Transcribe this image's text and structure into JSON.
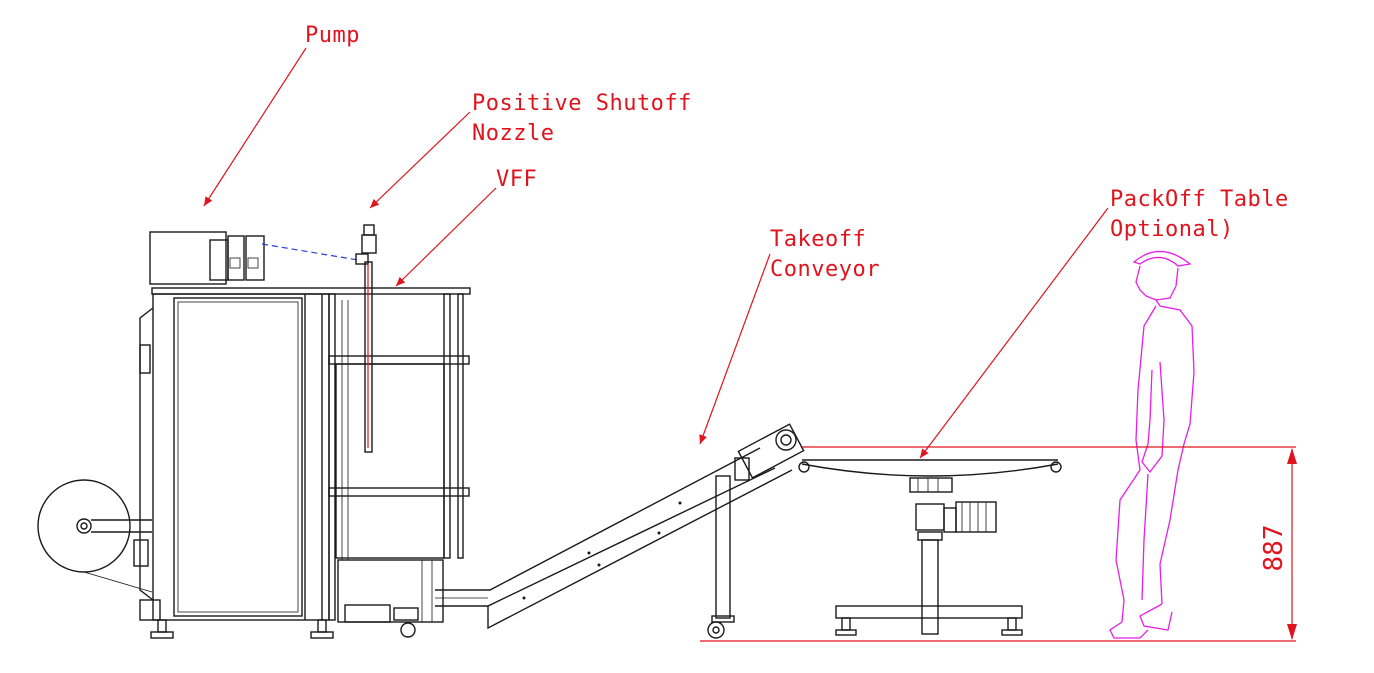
{
  "labels": {
    "pump": "Pump",
    "nozzle_line1": "Positive Shutoff",
    "nozzle_line2": "Nozzle",
    "vff": "VFF",
    "takeoff_line1": "Takeoff",
    "takeoff_line2": "Conveyor",
    "packoff_line1": "PackOff Table",
    "packoff_line2": "Optional)"
  },
  "dimension": {
    "value": "887"
  },
  "colors": {
    "annotation": "#e0141e",
    "equipment": "#1a1a1a",
    "operator": "#e61ee6",
    "link_line": "#2a3fd6"
  }
}
